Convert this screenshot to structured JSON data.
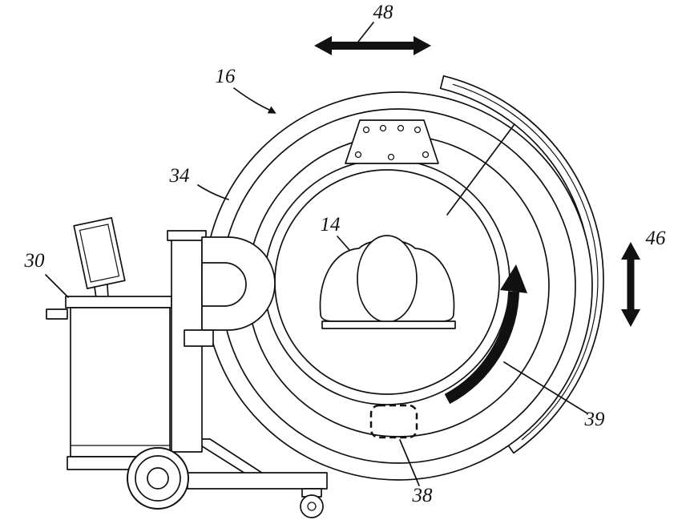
{
  "figure": {
    "background_color": "#ffffff",
    "line_color": "#111111",
    "arrow_color": "#111111",
    "labels": {
      "assembly": "16",
      "gantry_ring": "34",
      "patient": "14",
      "cart": "30",
      "horizontal_motion": "48",
      "vertical_motion": "46",
      "rotation": "39",
      "detail_region": "38"
    }
  }
}
